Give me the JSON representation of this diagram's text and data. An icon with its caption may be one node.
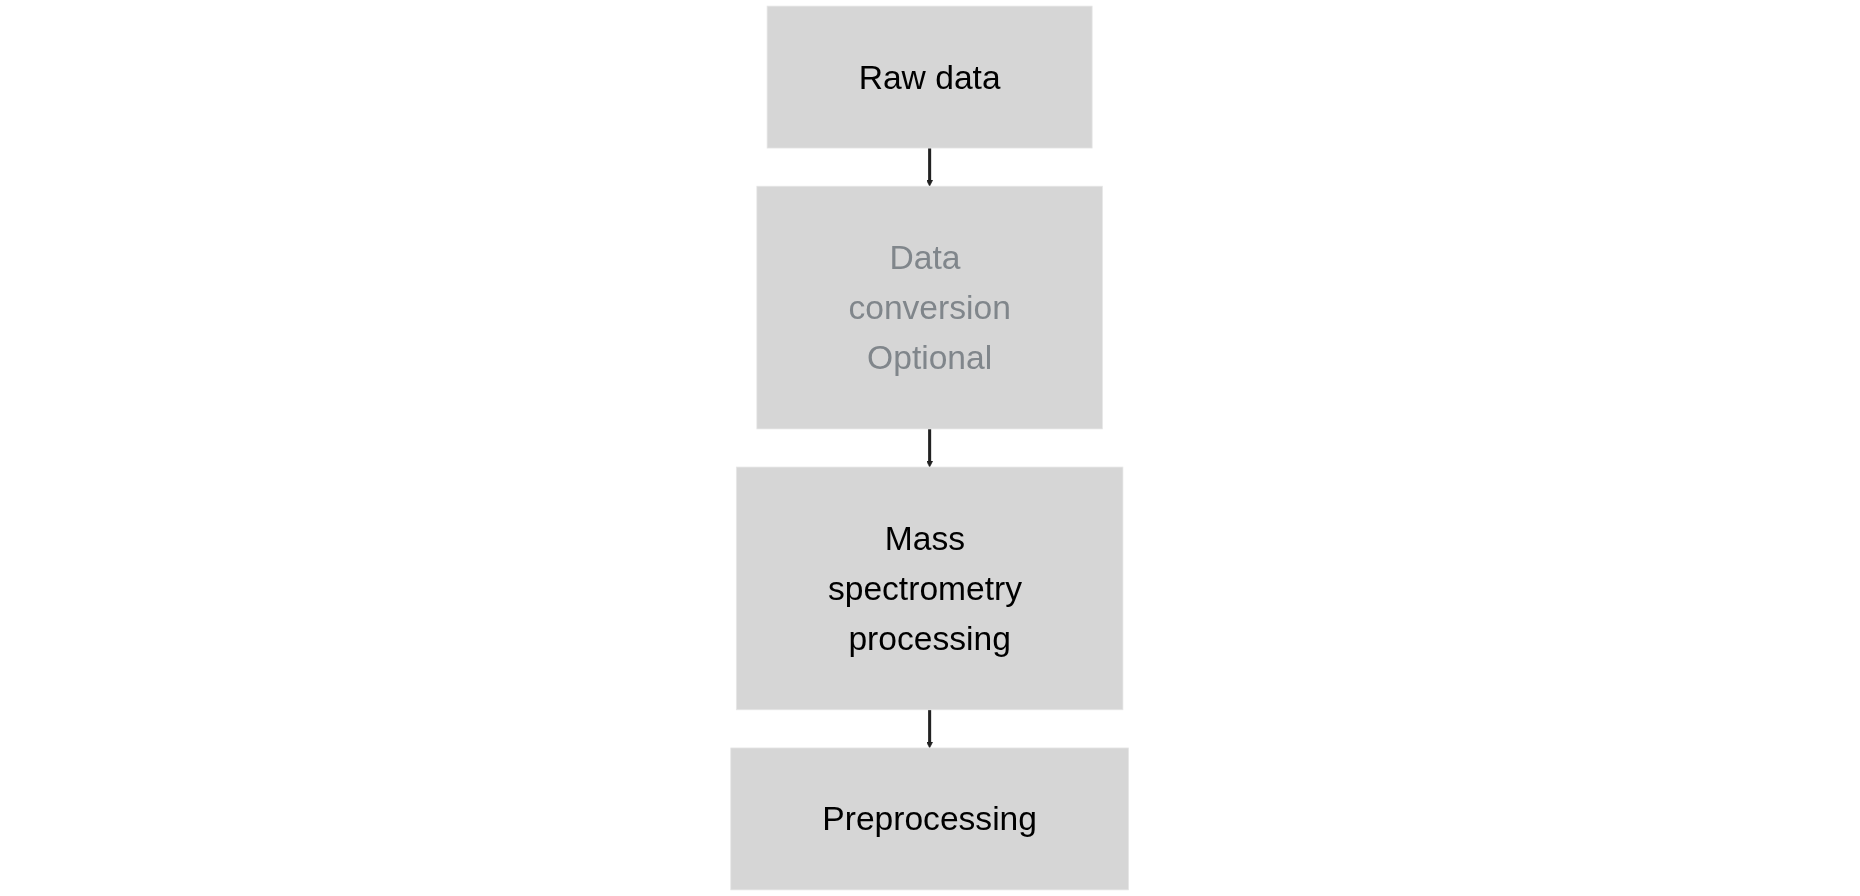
{
  "diagram": {
    "nodes": [
      {
        "text": [
          "Raw data"
        ]
      },
      {
        "text": [
          "Data conversion",
          "Optional"
        ]
      },
      {
        "text": [
          "Mass spectrometry processing"
        ]
      },
      {
        "text": [
          "Preprocessing"
        ]
      }
    ],
    "edges": [
      {
        "from": 0,
        "to": 1,
        "arrow": "to"
      },
      {
        "from": 1,
        "to": 2,
        "arrow": "to"
      },
      {
        "from": 2,
        "to": 3,
        "arrow": "to"
      }
    ]
  }
}
